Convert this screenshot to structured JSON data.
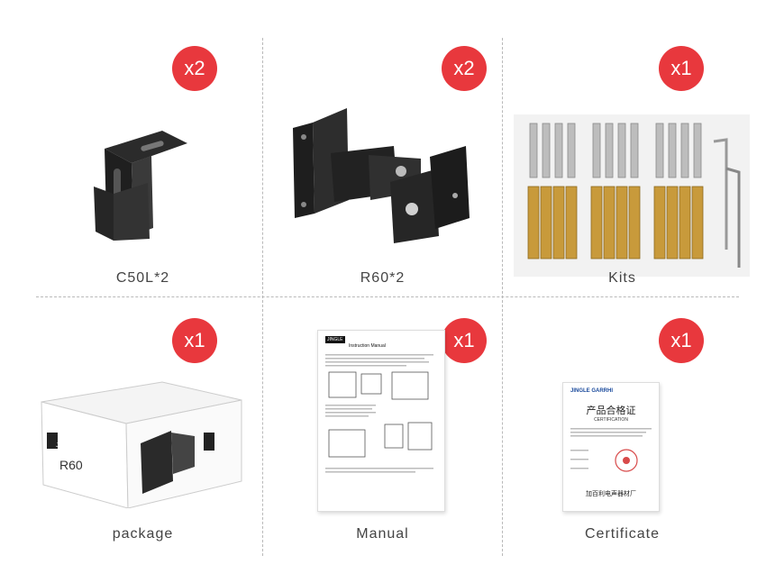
{
  "items": [
    {
      "badge": "x2",
      "label": "C50L*2"
    },
    {
      "badge": "x2",
      "label": "R60*2"
    },
    {
      "badge": "x1",
      "label": "Kits"
    },
    {
      "badge": "x1",
      "label": "package"
    },
    {
      "badge": "x1",
      "label": "Manual"
    },
    {
      "badge": "x1",
      "label": "Certificate"
    }
  ],
  "package": {
    "brand": "JINGLE",
    "model": "R60"
  },
  "manual": {
    "brand": "JINGLE",
    "title": "Instruction Manual"
  },
  "certificate": {
    "brand": "JINGLE GARRHI",
    "title_cn": "产品合格证",
    "title_en": "CERTIFICATION",
    "maker_cn": "加百利电声器材厂"
  },
  "colors": {
    "badge": "#e8383d",
    "divider": "#b9b9b9",
    "label": "#444444"
  }
}
